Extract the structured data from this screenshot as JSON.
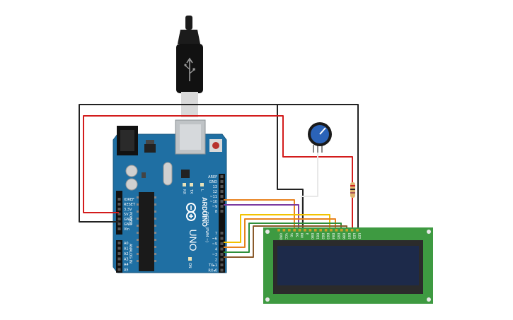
{
  "board": {
    "logo_text": "ARDUINO",
    "model": "UNO",
    "on_label": "ON",
    "tx_label": "TX",
    "rx_label": "RX",
    "l_label": "L",
    "power_header_label": "POWER",
    "analog_header_label": "ANALOG IN",
    "digital_header_label": "DIGITAL (PWM ~)",
    "power_pins": [
      "IOREF",
      "RESET",
      "3.3V",
      "5V",
      "GND",
      "GND",
      "Vin"
    ],
    "analog_pins": [
      "A0",
      "A1",
      "A2",
      "A3",
      "A4",
      "A5"
    ],
    "digital_top_pins": [
      "AREF",
      "GND",
      "13",
      "12",
      "~11",
      "~10",
      "~9",
      "8"
    ],
    "digital_bottom_pins": [
      "7",
      "~6",
      "~5",
      "4",
      "~3",
      "2",
      "TX▸1",
      "RX◂0"
    ]
  },
  "lcd": {
    "pin_labels": [
      "GND",
      "VCC",
      "V0",
      "RS",
      "RW",
      "E",
      "DB0",
      "DB1",
      "DB2",
      "DB3",
      "DB4",
      "DB5",
      "DB6",
      "DB7",
      "LED",
      "LED"
    ]
  },
  "colors": {
    "board_blue": "#1f6fa3",
    "wire_red": "#d31c1c",
    "wire_black": "#222222",
    "wire_yellow": "#f2c200",
    "wire_orange": "#e8821e",
    "wire_purple": "#7b3aa0",
    "wire_green": "#2f8f3a",
    "wire_brown": "#8a5a2b",
    "wire_white": "#e8e8e8",
    "lcd_green": "#3e9a41",
    "lcd_screen": "#1d2a4a"
  }
}
